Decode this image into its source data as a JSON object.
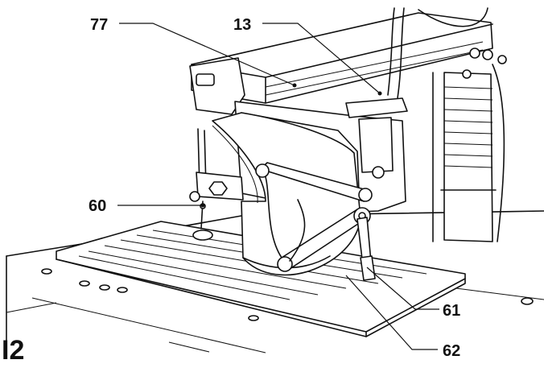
{
  "figure_number": "I2",
  "callouts": [
    {
      "id": "c77",
      "label": "77"
    },
    {
      "id": "c13",
      "label": "13"
    },
    {
      "id": "c60",
      "label": "60"
    },
    {
      "id": "c61",
      "label": "61"
    },
    {
      "id": "c62",
      "label": "62"
    }
  ]
}
